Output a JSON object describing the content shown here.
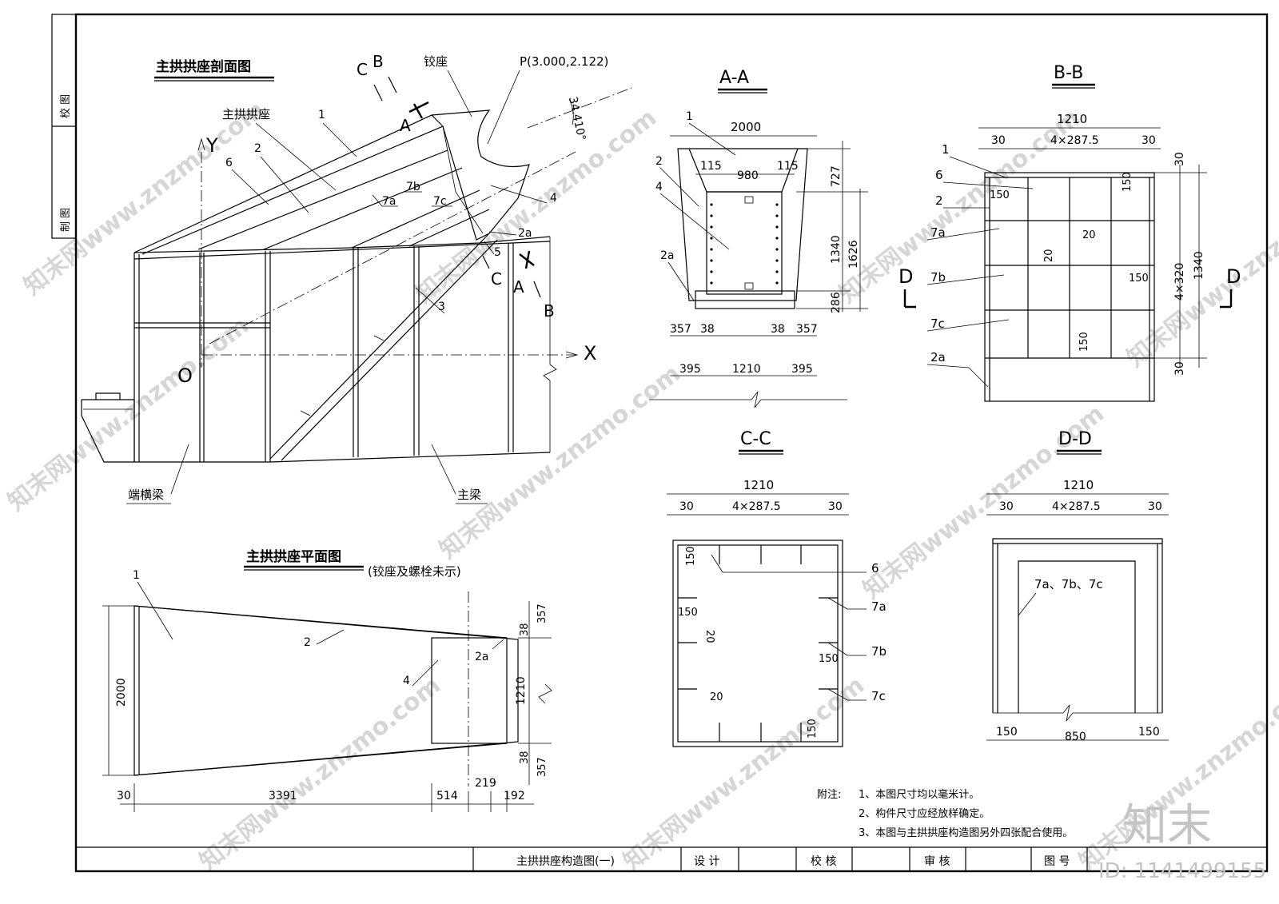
{
  "side_block": {
    "top": "校 图",
    "bottom": "制 图"
  },
  "section_view": {
    "title": "主拱拱座剖面图",
    "hinge": "铰座",
    "point": "P(3.000,2.122)",
    "angle": "34.410°",
    "main_seat": "主拱拱座",
    "axis_y": "Y",
    "axis_x": "X",
    "origin": "O",
    "end_beam": "端横梁",
    "main_beam": "主梁",
    "cut_A": "A",
    "cut_B": "B",
    "cut_C": "C",
    "parts": [
      "1",
      "2",
      "6",
      "7a",
      "7b",
      "7c",
      "4",
      "2a",
      "5",
      "3"
    ]
  },
  "plan_view": {
    "title": "主拱拱座平面图",
    "note": "(铰座及螺栓未示)",
    "parts": [
      "1",
      "2",
      "2a",
      "4"
    ],
    "dims": {
      "height": "2000",
      "d357a": "357",
      "d38a": "38",
      "d1210": "1210",
      "d38b": "38",
      "d357b": "357",
      "d30": "30",
      "d3391": "3391",
      "d514": "514",
      "d219": "219",
      "d192": "192"
    }
  },
  "view_AA": {
    "title": "A-A",
    "parts": [
      "1",
      "2",
      "4",
      "2a"
    ],
    "dims": {
      "top": "2000",
      "a115": "115",
      "a980": "980",
      "b115": "115",
      "d727": "727",
      "d1340": "1340",
      "d1626": "1626",
      "d286": "286",
      "l357": "357",
      "l38": "38",
      "r38": "38",
      "r357": "357",
      "b395": "395",
      "b1210": "1210",
      "c395": "395"
    }
  },
  "view_BB": {
    "title": "B-B",
    "parts": [
      "1",
      "6",
      "2",
      "7a",
      "7b",
      "7c",
      "2a"
    ],
    "dims": {
      "top": "1210",
      "l30": "30",
      "mid": "4×287.5",
      "r30": "30",
      "t30": "30",
      "v": "4×320",
      "h": "1340",
      "b30": "30",
      "d150a": "150",
      "d150b": "150",
      "d20a": "20",
      "d20b": "20",
      "d150c": "150",
      "d150d": "150"
    },
    "cut_D": "D"
  },
  "view_CC": {
    "title": "C-C",
    "parts": [
      "6",
      "7a",
      "7b",
      "7c"
    ],
    "dims": {
      "top": "1210",
      "l30": "30",
      "mid": "4×287.5",
      "r30": "30",
      "d150a": "150",
      "d150b": "150",
      "d20a": "20",
      "d150c": "150",
      "d20b": "20",
      "d150d": "150"
    }
  },
  "view_DD": {
    "title": "D-D",
    "label": "7a、7b、7c",
    "dims": {
      "top": "1210",
      "l30": "30",
      "mid": "4×287.5",
      "r30": "30",
      "b150a": "150",
      "b850": "850",
      "b150b": "150"
    }
  },
  "notes": {
    "head": "附注:",
    "items": [
      "1、本图尺寸均以毫米计。",
      "2、构件尺寸应经放样确定。",
      "3、本图与主拱拱座构造图另外四张配合使用。"
    ]
  },
  "title_block": {
    "drawing_name": "主拱拱座构造图(一)",
    "design": "设  计",
    "check": "校 核",
    "review": "审 核",
    "drawing_no": "图 号"
  },
  "watermark": {
    "logo": "知末",
    "id": "ID: 1141499155",
    "site": "知末网www.znzmo.com"
  }
}
